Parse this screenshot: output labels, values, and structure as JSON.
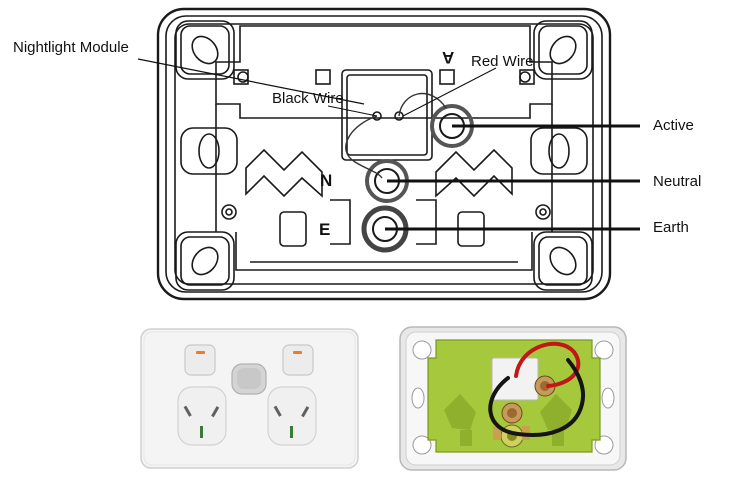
{
  "diagram": {
    "callouts": {
      "nightlight_module": "Nightlight Module",
      "black_wire": "Black Wire",
      "red_wire": "Red Wire",
      "active": "Active",
      "neutral": "Neutral",
      "earth": "Earth"
    },
    "terminal_marks": {
      "active": "A",
      "neutral": "N",
      "earth": "E"
    }
  },
  "colors": {
    "line": "#111111",
    "outline": "#1a1a1a",
    "plate": "#f4f4f4",
    "board_green": "#a5c83c",
    "red_wire": "#c01818",
    "black_wire": "#151515",
    "switch_orange": "#f07a2a",
    "socket_green": "#3a7a3a"
  },
  "icons": [
    "screw-hole-icon",
    "terminal-screw-icon",
    "rocker-switch-icon",
    "socket-outlet-icon",
    "nightlight-lens-icon"
  ]
}
